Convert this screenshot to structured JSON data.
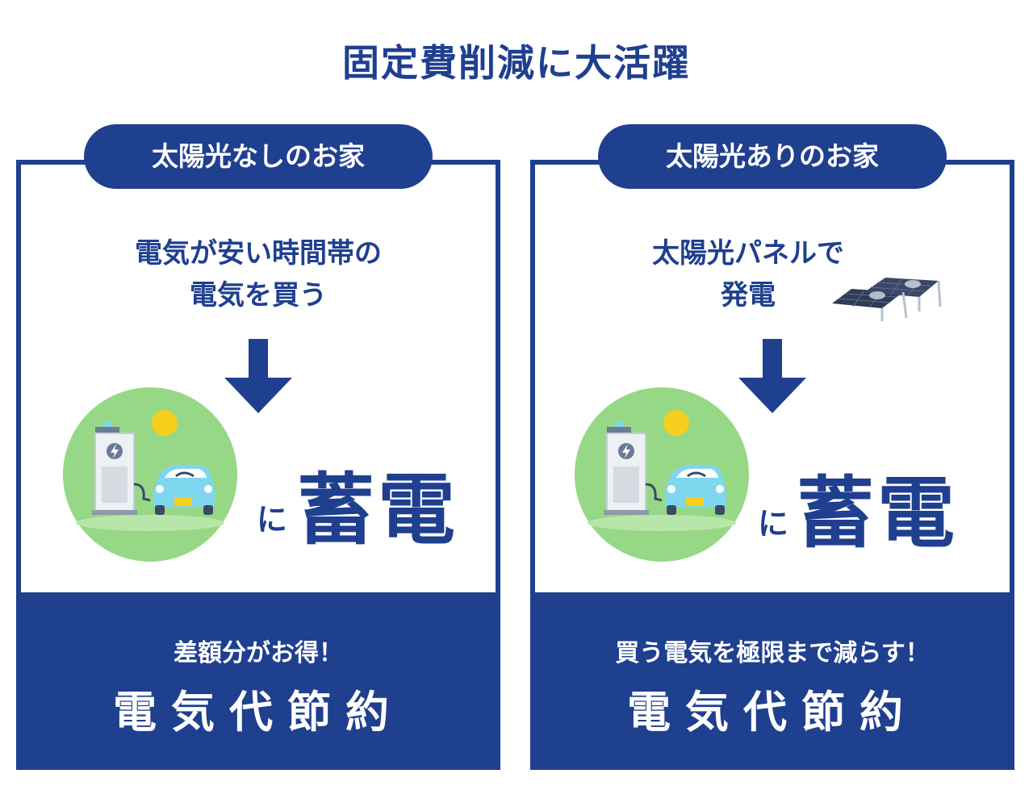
{
  "title": "固定費削減に大活躍",
  "panels": [
    {
      "label": "太陽光なしのお家",
      "desc_line1": "電気が安い時間帯の",
      "desc_line2": "電気を買う",
      "ni": "に",
      "action": "蓄電",
      "bottom_sub": "差額分がお得！",
      "bottom_main": "電気代節約"
    },
    {
      "label": "太陽光ありのお家",
      "desc_line1": "太陽光パネルで",
      "desc_line2": "発電",
      "ni": "に",
      "action": "蓄電",
      "bottom_sub": "買う電気を極限まで減らす！",
      "bottom_main": "電気代節約"
    }
  ],
  "colors": {
    "primary": "#1f3f8f",
    "circle_green": "#97d886",
    "sun_yellow": "#f5cf1c",
    "car_blue": "#7fd6ef"
  },
  "icons": [
    "down-arrow-icon",
    "ev-charger-illustration",
    "solar-panel-icon"
  ]
}
